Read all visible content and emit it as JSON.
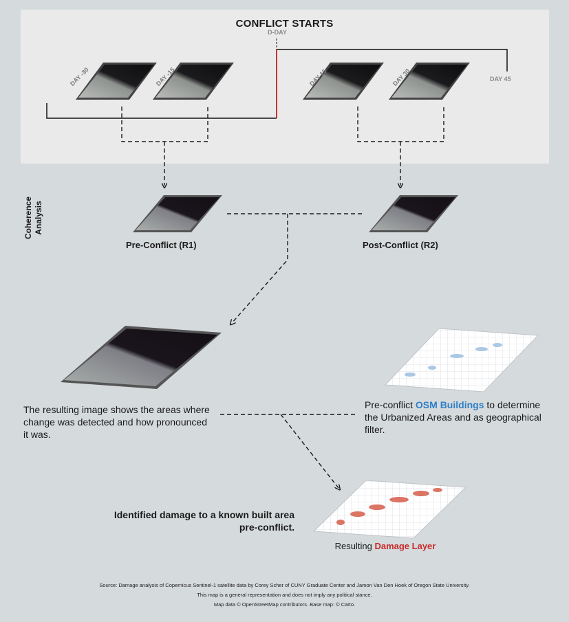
{
  "header": {
    "title": "CONFLICT STARTS",
    "marker": "D-DAY"
  },
  "timeline": {
    "pre_images": [
      {
        "label": "DAY -30"
      },
      {
        "label": "DAY -15"
      }
    ],
    "post_images": [
      {
        "label": "DAY 15"
      },
      {
        "label": "DAY 30"
      }
    ],
    "end_label": "DAY 45"
  },
  "coherence": {
    "section_label": "Coherence Analysis",
    "pre_label": "Pre-Conflict (R1)",
    "post_label": "Post-Conflict (R2)"
  },
  "result": {
    "text": "The resulting image shows the areas where change was detected and how pronounced it was."
  },
  "osm": {
    "prefix": "Pre-conflict ",
    "highlight": "OSM Buildings",
    "suffix": " to determine the Urbanized Areas and as geographical filter.",
    "highlight_color": "#2f7fc8"
  },
  "damage": {
    "text": "Identified damage to a known built area pre-conflict.",
    "caption_prefix": "Resulting ",
    "caption_highlight": "Damage Layer",
    "highlight_color": "#c92b2b"
  },
  "footer": {
    "line1": "Source: Damage analysis of Copernicus Sentinel-1 satellite data by Corey Scher of CUNY Graduate Center and Jamon Van Den Hoek of Oregon State University.",
    "line2": "This map is a general representation and does not imply any political stance.",
    "line3": "Map data © OpenStreetMap contributors. Base map: © Carto."
  }
}
